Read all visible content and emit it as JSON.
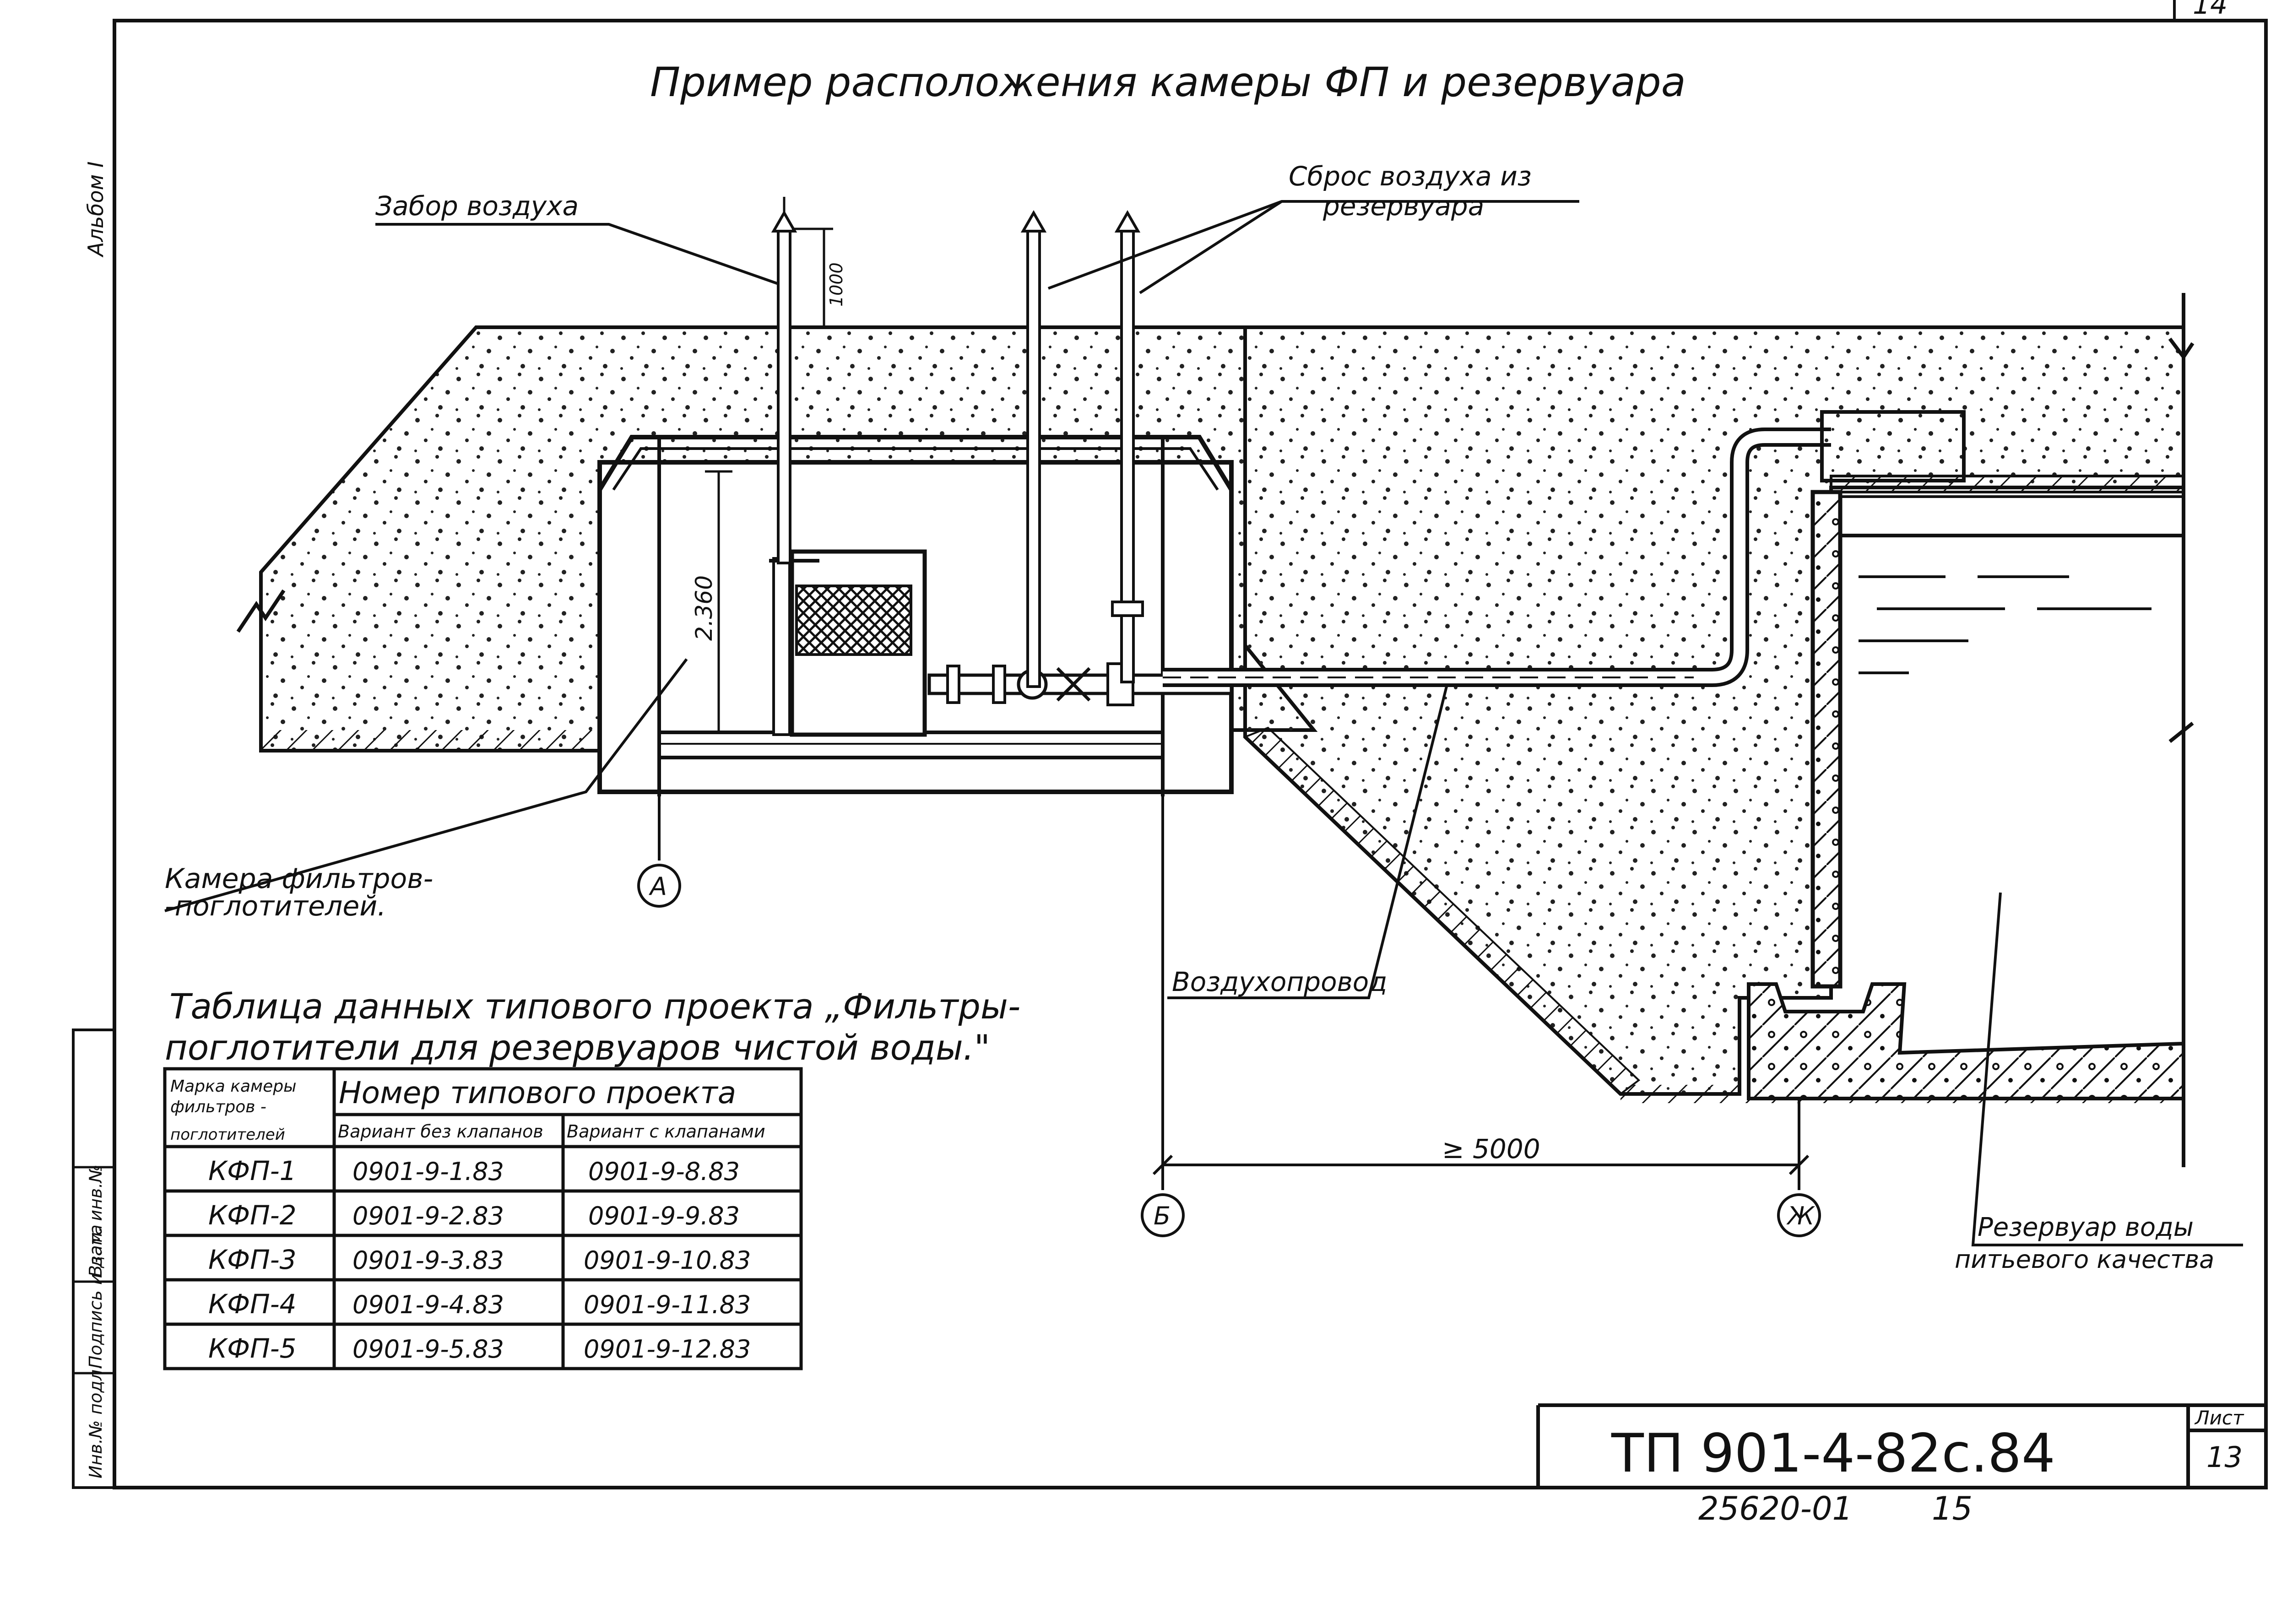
{
  "sheet": {
    "corner_number": "14",
    "album": "Альбом I",
    "title": "Пример расположения камеры ФП и резервуара",
    "stamp_code": "ТП 901-4-82с.84",
    "sheet_label": "Лист",
    "sheet_number": "13",
    "archive_number": "25620-01",
    "archive_page": "15",
    "margin_labels": [
      "Инв.№ подл.",
      "Подпись и дата",
      "Взам. инв.№"
    ]
  },
  "labels": {
    "air_intake": "Забор воздуха",
    "air_release_line1": "Сброс воздуха из",
    "air_release_line2": "резервуара",
    "chamber_line1": "Камера фильтров-",
    "chamber_line2": "-поглотителей.",
    "air_duct": "Воздухопровод",
    "reservoir_line1": "Резервуар воды",
    "reservoir_line2": "питьевого качества"
  },
  "dimensions": {
    "pipe_height": "1000",
    "chamber_height": "2.360",
    "distance": "≥ 5000"
  },
  "axes": {
    "a": "А",
    "b": "Б",
    "zh": "Ж"
  },
  "table": {
    "caption_line1": "Таблица данных типового проекта „Фильтры-",
    "caption_line2": "поглотители для резервуаров чистой воды.\"",
    "header_col1_line1": "Марка камеры",
    "header_col1_line2": "фильтров -",
    "header_col1_line3": "поглотителей",
    "header_group": "Номер типового проекта",
    "header_col2": "Вариант без клапанов",
    "header_col3": "Вариант с клапанами",
    "rows": [
      {
        "mark": "КФП-1",
        "no_valves": "0901-9-1.83",
        "with_valves": "0901-9-8.83"
      },
      {
        "mark": "КФП-2",
        "no_valves": "0901-9-2.83",
        "with_valves": "0901-9-9.83"
      },
      {
        "mark": "КФП-3",
        "no_valves": "0901-9-3.83",
        "with_valves": "0901-9-10.83"
      },
      {
        "mark": "КФП-4",
        "no_valves": "0901-9-4.83",
        "with_valves": "0901-9-11.83"
      },
      {
        "mark": "КФП-5",
        "no_valves": "0901-9-5.83",
        "with_valves": "0901-9-12.83"
      }
    ]
  }
}
